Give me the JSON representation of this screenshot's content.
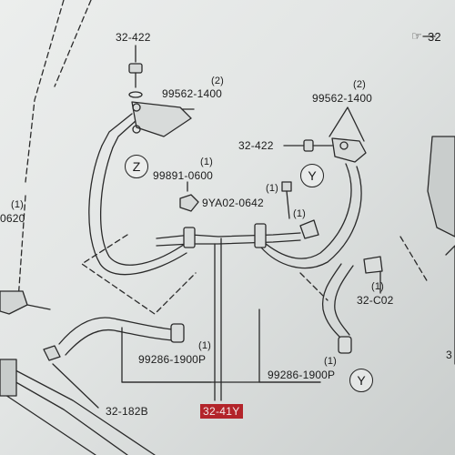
{
  "labels": {
    "ref_32_422_top": "32-422",
    "ref_99562_top": "99562-1400",
    "qty_99562_top": "(2)",
    "ref_99562_right": "99562-1400",
    "qty_99562_right": "(2)",
    "ref_32_422_right": "32-422",
    "ref_99891": "99891-0600",
    "qty_99891": "(1)",
    "ref_9ya02": "9YA02-0642",
    "qty_9ya02": "(1)",
    "qty_9ya02_b": "(1)",
    "ref_0620": "0620",
    "qty_0620": "(1)",
    "ref_32_c02": "32-C02",
    "qty_32_c02": "(1)",
    "ref_99286_left": "99286-1900P",
    "qty_99286_left": "(1)",
    "ref_99286_right": "99286-1900P",
    "qty_99286_right": "(1)",
    "ref_32_182b": "32-182B",
    "ref_32_41y": "32-41Y",
    "ref_32_corner": "32",
    "qty_32_corner": "3"
  },
  "markers": {
    "z": "Z",
    "y_upper": "Y",
    "y_lower": "Y"
  },
  "colors": {
    "highlight": "#b3242a",
    "line": "#222222"
  }
}
